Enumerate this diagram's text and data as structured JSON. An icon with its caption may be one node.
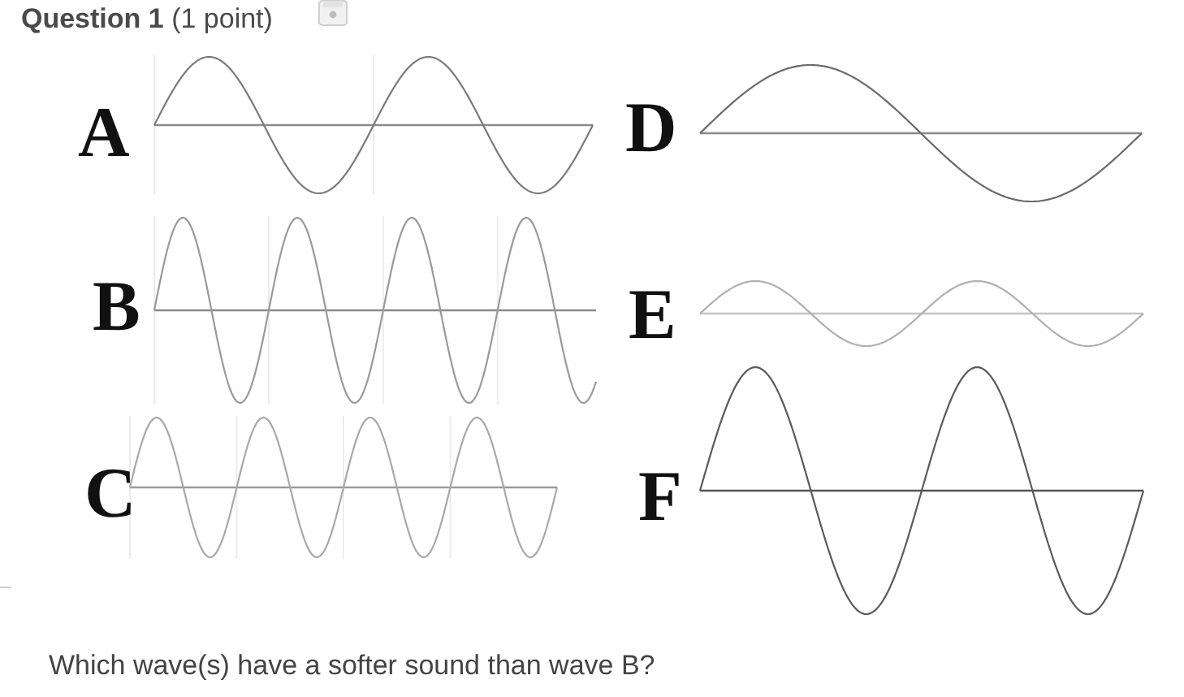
{
  "diagram": {
    "title": "**Question 1** (1 point)",
    "labels": [
      "A",
      "D",
      "B",
      "E",
      "C",
      "F"
    ],
    "caption": "Which wave(s) have a softer sound than wave B?"
  }
}
